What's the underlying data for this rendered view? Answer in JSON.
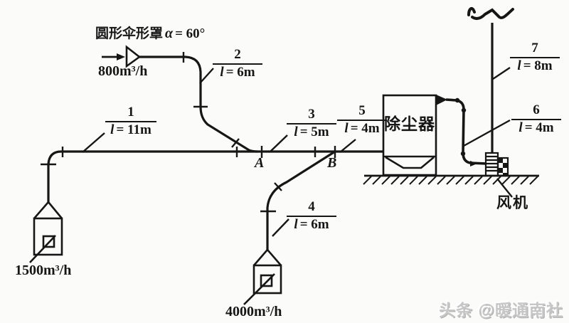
{
  "hood_title": {
    "text": "圆形伞形罩",
    "var": "α",
    "val": "= 60°"
  },
  "flows": {
    "inlet_800": "800m³/h",
    "hood_1500": "1500m³/h",
    "hood_4000": "4000m³/h"
  },
  "segments": [
    {
      "num": "1",
      "var": "l",
      "val": "= 11m"
    },
    {
      "num": "2",
      "var": "l",
      "val": "= 6m"
    },
    {
      "num": "3",
      "var": "l",
      "val": "= 5m"
    },
    {
      "num": "4",
      "var": "l",
      "val": "= 6m"
    },
    {
      "num": "5",
      "var": "l",
      "val": "= 4m"
    },
    {
      "num": "6",
      "var": "l",
      "val": "= 4m"
    },
    {
      "num": "7",
      "var": "l",
      "val": "= 8m"
    }
  ],
  "points": {
    "a": "A",
    "b": "B"
  },
  "equipment": {
    "dust_collector": "除尘器",
    "fan": "风机"
  },
  "watermark": "头条 @暖通南社",
  "colors": {
    "ink": "#161616",
    "background": "#fbfbfa",
    "watermark_gray": "#c6c6c6"
  }
}
